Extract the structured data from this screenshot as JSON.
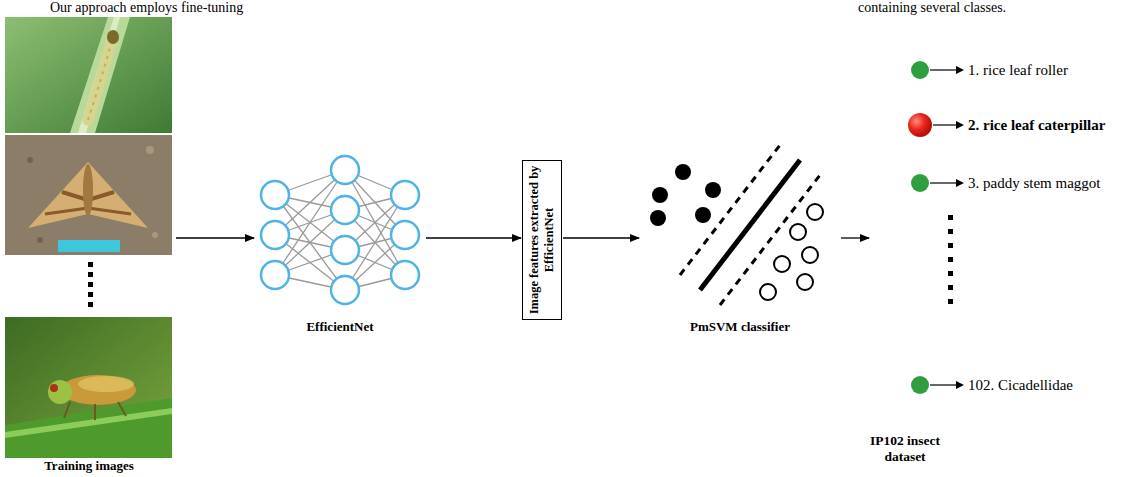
{
  "diagram": {
    "nodes": [
      {
        "text": [
          "Training images"
        ]
      },
      {
        "text": [
          "EfficientNet"
        ]
      },
      {
        "text": [
          "Image features extracted by EfficientNet"
        ]
      },
      {
        "text": [
          "PmSVM classifier"
        ]
      },
      {
        "text": [
          "IP102 insect dataset"
        ]
      },
      {
        "text": [
          "1. rice leaf roller"
        ],
        "in": 4
      },
      {
        "text": [
          "2. rice leaf caterpillar"
        ],
        "in": 4
      },
      {
        "text": [
          "3. paddy stem maggot"
        ],
        "in": 4
      },
      {
        "text": [
          "102. Cicadellidae"
        ],
        "in": 4
      }
    ],
    "edges": [
      {
        "from": 0,
        "to": 1,
        "arrow": "to"
      },
      {
        "from": 1,
        "to": 2,
        "arrow": "to"
      },
      {
        "from": 2,
        "to": 3,
        "arrow": "to"
      },
      {
        "from": 3,
        "to": 4,
        "arrow": "to"
      }
    ],
    "labels": [
      "Our approach employs fine-tuning",
      "containing several classes."
    ]
  }
}
